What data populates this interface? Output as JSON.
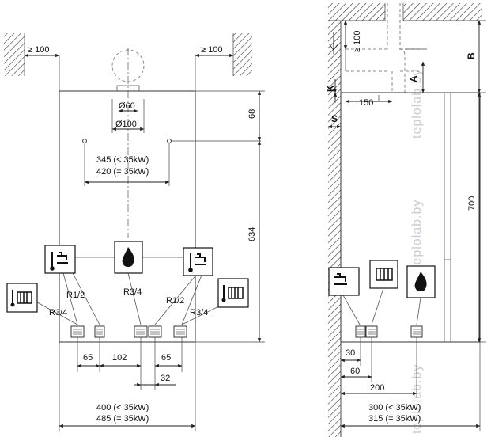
{
  "watermark": "teplolab.by",
  "front_view": {
    "clearance_left": "≥ 100",
    "clearance_right": "≥ 100",
    "flue_inner": "Ø60",
    "flue_outer": "Ø100",
    "top_offset": "68",
    "height_main": "634",
    "bracket_line1": "345 (< 35kW)",
    "bracket_line2": "420 (= 35kW)",
    "conn_r12_left": "R1/2",
    "conn_r34_center": "R3/4",
    "conn_r12_right": "R1/2",
    "conn_r34_left": "R3/4",
    "conn_r34_right": "R3/4",
    "spacing_65_left": "65",
    "spacing_102": "102",
    "spacing_65_right": "65",
    "spacing_32": "32",
    "width_line1": "400 (< 35kW)",
    "width_line2": "485 (= 35kW)"
  },
  "side_view": {
    "clearance_top": "≥ 100",
    "label_b": "B",
    "label_a": "A",
    "label_k": "K",
    "label_s": "S",
    "flue_offset": "150",
    "height_700": "700",
    "dim_30": "30",
    "dim_60": "60",
    "dim_200": "200",
    "depth_line1": "300 (< 35kW)",
    "depth_line2": "315 (= 35kW)"
  }
}
